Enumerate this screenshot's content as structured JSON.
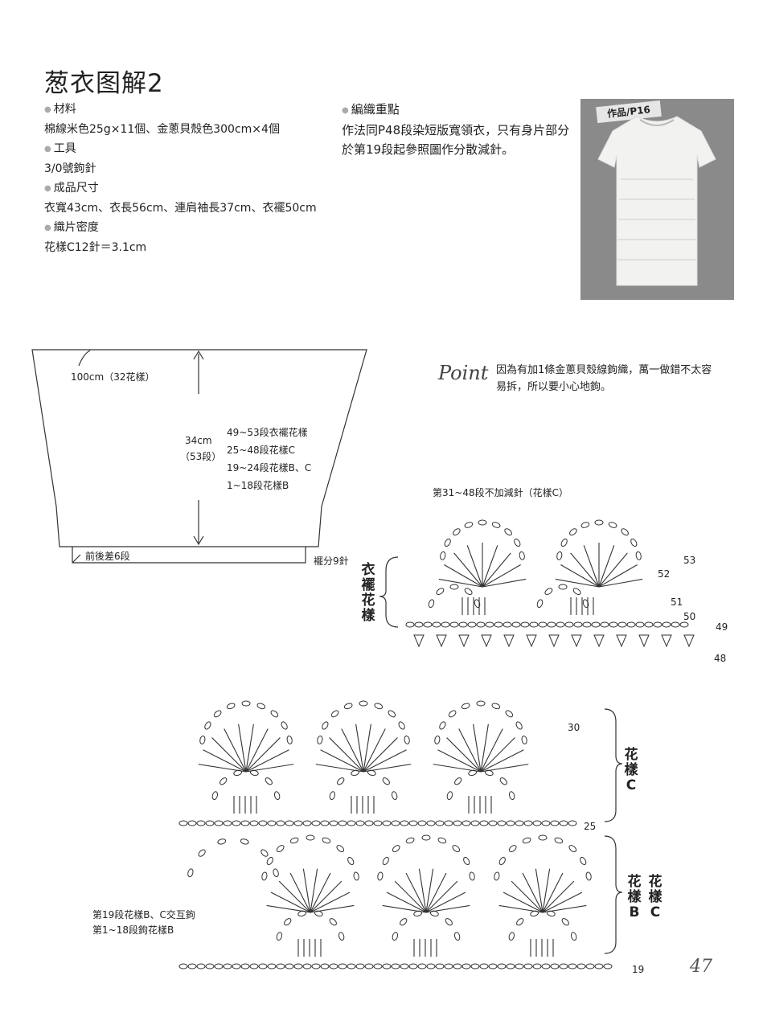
{
  "title": "葱衣图解2",
  "materials": {
    "material_heading": "材料",
    "material_text": "棉線米色25g×11個、金蔥貝殼色300cm×4個",
    "tools_heading": "工具",
    "tools_text": "3/0號鉤針",
    "size_heading": "成品尺寸",
    "size_text": "衣寬43cm、衣長56cm、連肩袖長37cm、衣襬50cm",
    "gauge_heading": "織片密度",
    "gauge_text": "花樣C12針＝3.1cm"
  },
  "points": {
    "heading": "編織重點",
    "text": "作法同P48段染短版寬領衣，只有身片部分於第19段起參照圖作分散減針。"
  },
  "photo": {
    "tag": "作品/P16"
  },
  "schematic": {
    "top_width": "100cm（32花樣）",
    "height_cm": "34cm",
    "height_rows": "（53段）",
    "row_notes": [
      "49~53段衣襬花樣",
      "25~48段花樣C",
      "19~24段花樣B、C",
      "1~18段花樣B"
    ],
    "offset": "前後差6段",
    "hem_split": "襬分9針"
  },
  "point_note": {
    "script": "Point",
    "text": "因為有加1條金蔥貝殼線鉤織，萬一做錯不太容易拆，所以要小心地鉤。"
  },
  "chart1": {
    "caption": "第31~48段不加減針（花樣C）",
    "side_label": "衣襬花樣",
    "rows": [
      "53",
      "52",
      "51",
      "50",
      "49",
      "48"
    ]
  },
  "chart2": {
    "row_top": "30",
    "row_bottom": "25",
    "label_c": "花樣C"
  },
  "chart3": {
    "caption1": "第19段花樣B、C交互鉤",
    "caption2": "第1~18段鉤花樣B",
    "label_b": "花樣B",
    "label_c": "花樣C",
    "row_bottom": "19"
  },
  "page_number": "47",
  "colors": {
    "ink": "#222222",
    "photo_bg": "#8a8a8a",
    "bullet": "#aaaaaa"
  }
}
